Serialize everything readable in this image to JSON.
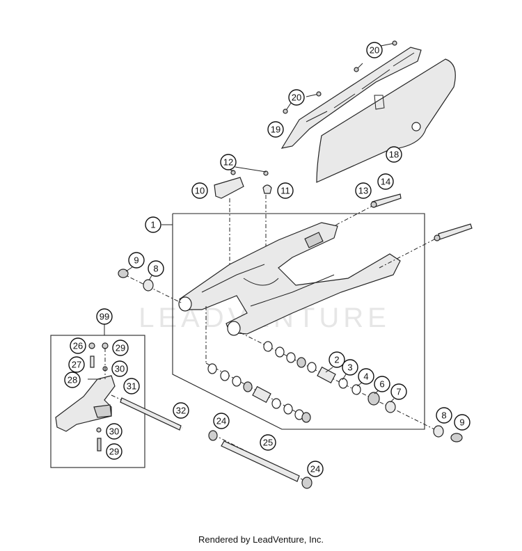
{
  "watermark": "LEADVENTURE",
  "footer": "Rendered by LeadVenture, Inc.",
  "callouts": [
    "20",
    "20",
    "19",
    "18",
    "12",
    "10",
    "11",
    "13",
    "14",
    "1",
    "9",
    "8",
    "99",
    "26",
    "29",
    "27",
    "30",
    "28",
    "31",
    "32",
    "2",
    "3",
    "4",
    "6",
    "7",
    "8",
    "9",
    "24",
    "25",
    "24",
    "30",
    "29"
  ]
}
